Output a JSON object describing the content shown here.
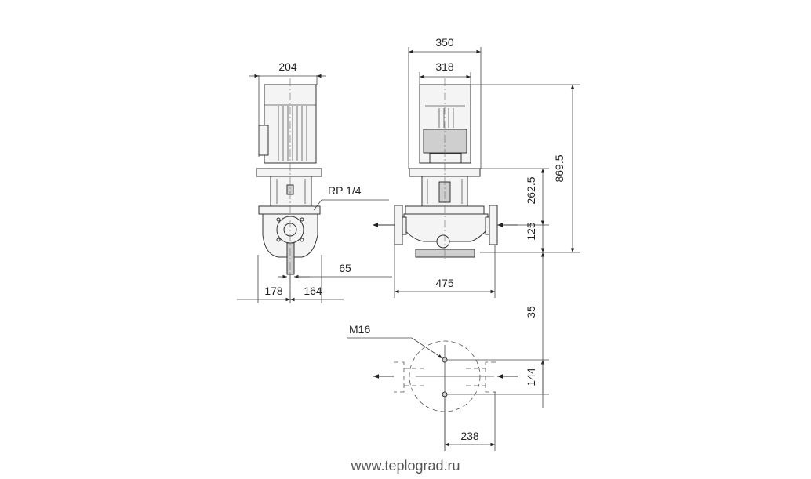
{
  "dimensions": {
    "top_width_left": "204",
    "top_width_right_outer": "350",
    "top_width_right_inner": "318",
    "height_total": "869.5",
    "height_mid": "262.5",
    "height_low": "125",
    "base_offset": "35",
    "left_foot_a": "178",
    "left_foot_b": "164",
    "port_label": "RP 1/4",
    "gap_65": "65",
    "flange_span": "475",
    "bolt_label": "M16",
    "bolt_height": "144",
    "bolt_width": "238"
  },
  "watermark": "www.teplograd.ru"
}
